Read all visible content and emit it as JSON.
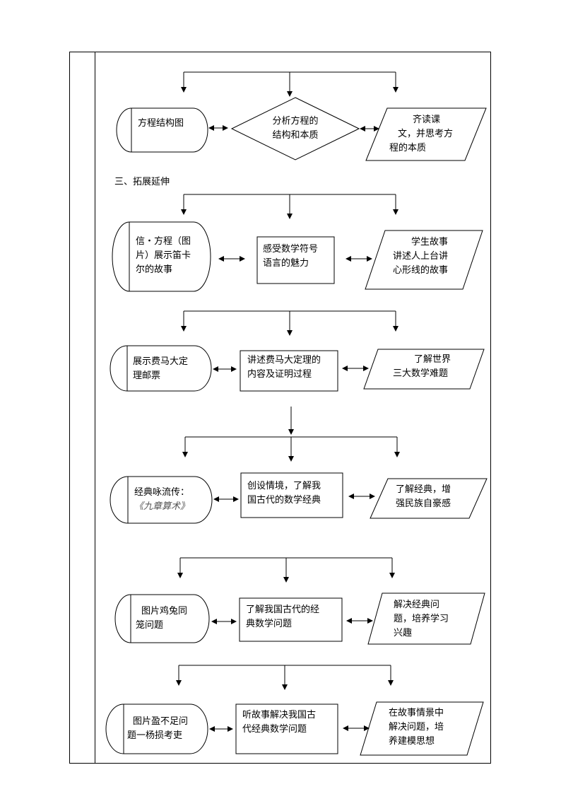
{
  "section_title": "三、拓展延伸",
  "rows": [
    {
      "left": [
        "方程结构图"
      ],
      "middle": [
        "分析方程的",
        "结构和本质"
      ],
      "right": [
        "齐读课",
        "文，并思考方",
        "程的本质"
      ]
    },
    {
      "left": [
        "信・方程（图",
        "片）展示笛卡",
        "尔的故事"
      ],
      "middle": [
        "感受数学符号",
        "语言的魅力"
      ],
      "right": [
        "学生故事",
        "讲述人上台讲",
        "心形线的故事"
      ]
    },
    {
      "left": [
        "展示费马大定",
        "理邮票"
      ],
      "middle": [
        "讲述费马大定理的",
        "内容及证明过程"
      ],
      "right": [
        "了解世界",
        "三大数学难题"
      ]
    },
    {
      "left": [
        "经典咏流传：",
        "《九章算术》"
      ],
      "middle": [
        "创设情境，了解我",
        "国古代的数学经典"
      ],
      "right": [
        "了解经典，增",
        "强民族自豪感"
      ]
    },
    {
      "left": [
        "图片鸡兔同",
        "笼问题"
      ],
      "middle": [
        "了解我国古代的经",
        "典数学问题"
      ],
      "right": [
        "解决经典问",
        "题，培养学习",
        "兴趣"
      ]
    },
    {
      "left": [
        "图片盈不足问",
        "题一杨损考吏"
      ],
      "middle": [
        "听故事解决我国古",
        "代经典数学问题"
      ],
      "right": [
        "在故事情景中",
        "解决问题，培",
        "养建模思想"
      ]
    }
  ]
}
